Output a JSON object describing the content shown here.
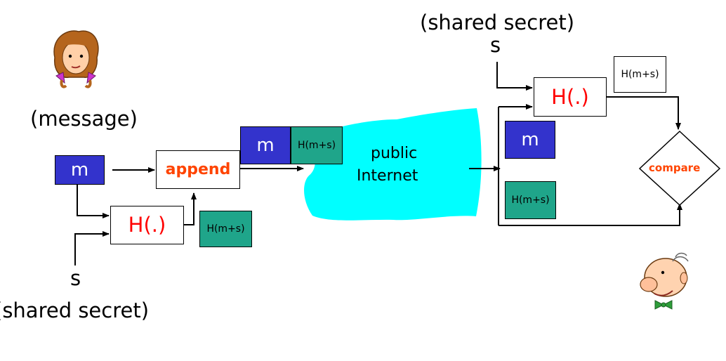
{
  "sender": {
    "message_label": "(message)",
    "message_box": "m",
    "hash_fn": "H(.)",
    "append": "append",
    "hash_value": "H(m+s)",
    "secret_letter": "s",
    "secret_label": "(shared secret)"
  },
  "transit": {
    "message_box": "m",
    "hash_value": "H(m+s)",
    "cloud_line1": "public",
    "cloud_line2": "Internet"
  },
  "receiver": {
    "secret_label": "(shared secret)",
    "secret_letter": "s",
    "hash_fn": "H(.)",
    "computed_hash": "H(m+s)",
    "message_box": "m",
    "received_hash": "H(m+s)",
    "compare": "compare"
  },
  "colors": {
    "message_box": "#3333cc",
    "hash_box": "#1fa58a",
    "cloud": "#00ffff",
    "hash_fn_text": "#ff0000",
    "append_text": "#ff4400"
  },
  "icons": {
    "sender": "alice-face-icon",
    "receiver": "bob-face-icon"
  }
}
